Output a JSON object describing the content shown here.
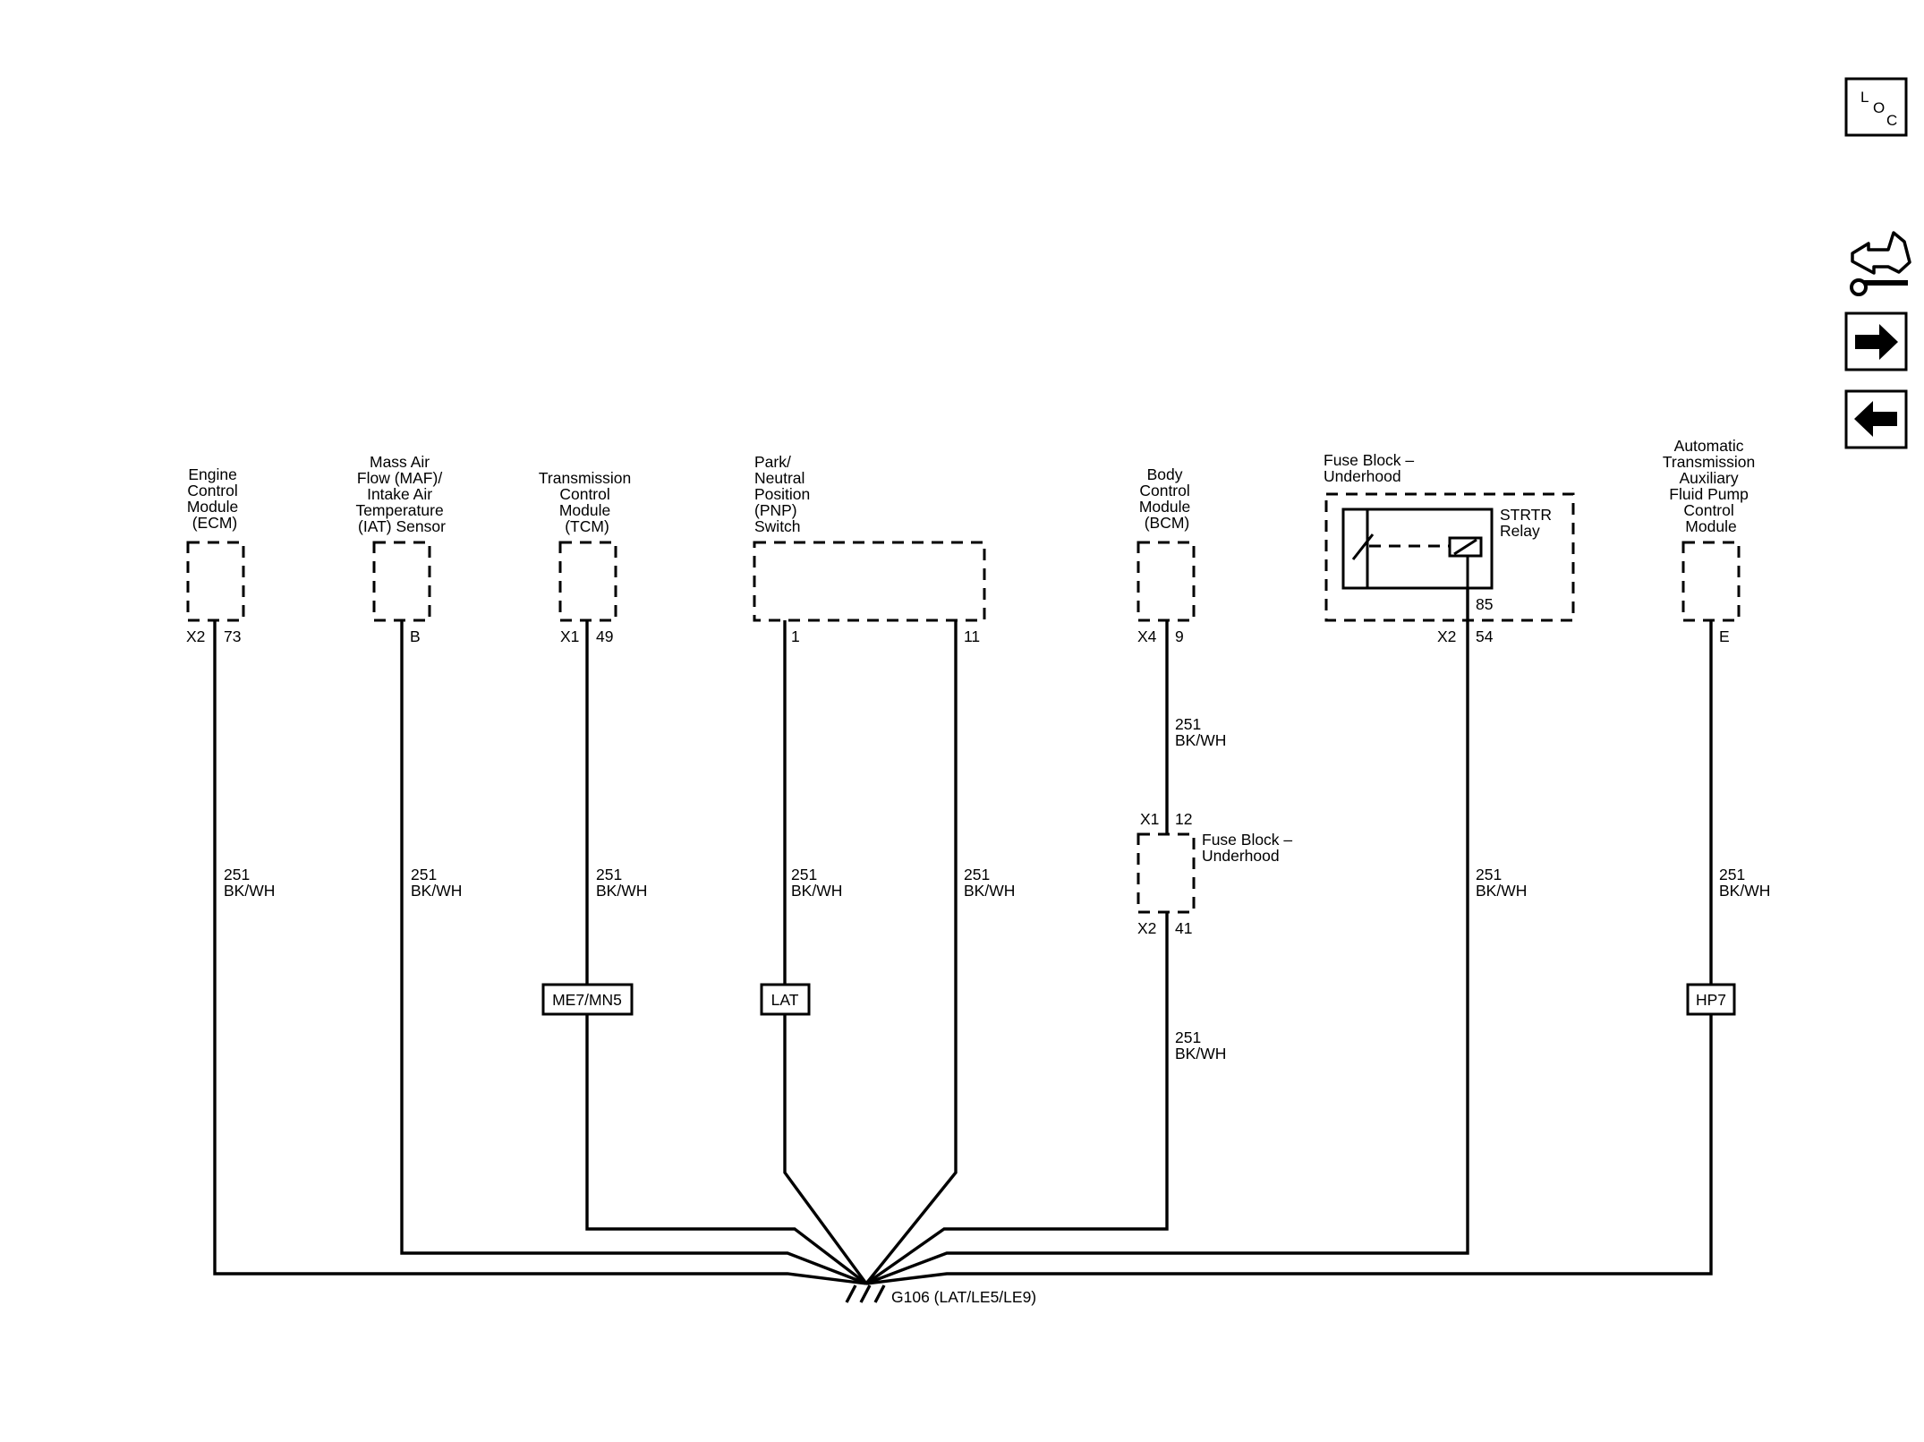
{
  "components": {
    "ecm": [
      "Engine",
      "Control",
      "Module",
      "(ECM)"
    ],
    "maf": [
      "Mass Air",
      "Flow (MAF)/",
      "Intake Air",
      "Temperature",
      "(IAT) Sensor"
    ],
    "tcm": [
      "Transmission",
      "Control",
      "Module",
      "(TCM)"
    ],
    "pnp": [
      "Park/",
      "Neutral",
      "Position",
      "(PNP)",
      "Switch"
    ],
    "bcm": [
      "Body",
      "Control",
      "Module",
      "(BCM)"
    ],
    "fuse_top": [
      "Fuse Block –",
      "Underhood"
    ],
    "aux": [
      "Automatic",
      "Transmission",
      "Auxiliary",
      "Fluid Pump",
      "Control",
      "Module"
    ],
    "fuse_mid": [
      "Fuse Block –",
      "Underhood"
    ]
  },
  "relay": {
    "label": [
      "STRTR",
      "Relay"
    ],
    "pin": "85"
  },
  "pins": {
    "ecm": {
      "conn": "X2",
      "pin": "73"
    },
    "maf": {
      "pin": "B"
    },
    "tcm": {
      "conn": "X1",
      "pin": "49"
    },
    "pnp1": {
      "pin": "1"
    },
    "pnp11": {
      "pin": "11"
    },
    "bcm": {
      "conn": "X4",
      "pin": "9"
    },
    "fuse_top": {
      "conn": "X2",
      "pin": "54"
    },
    "aux": {
      "pin": "E"
    },
    "fuse_mid_in": {
      "conn": "X1",
      "pin": "12"
    },
    "fuse_mid_out": {
      "conn": "X2",
      "pin": "41"
    }
  },
  "wire": {
    "circuit": "251",
    "color": "BK/WH"
  },
  "options": {
    "tcm": "ME7/MN5",
    "pnp": "LAT",
    "aux": "HP7"
  },
  "ground": {
    "label": "G106 (LAT/LE5/LE9)"
  },
  "nav": {
    "loc": {
      "l": "L",
      "o": "O",
      "c": "C"
    }
  }
}
